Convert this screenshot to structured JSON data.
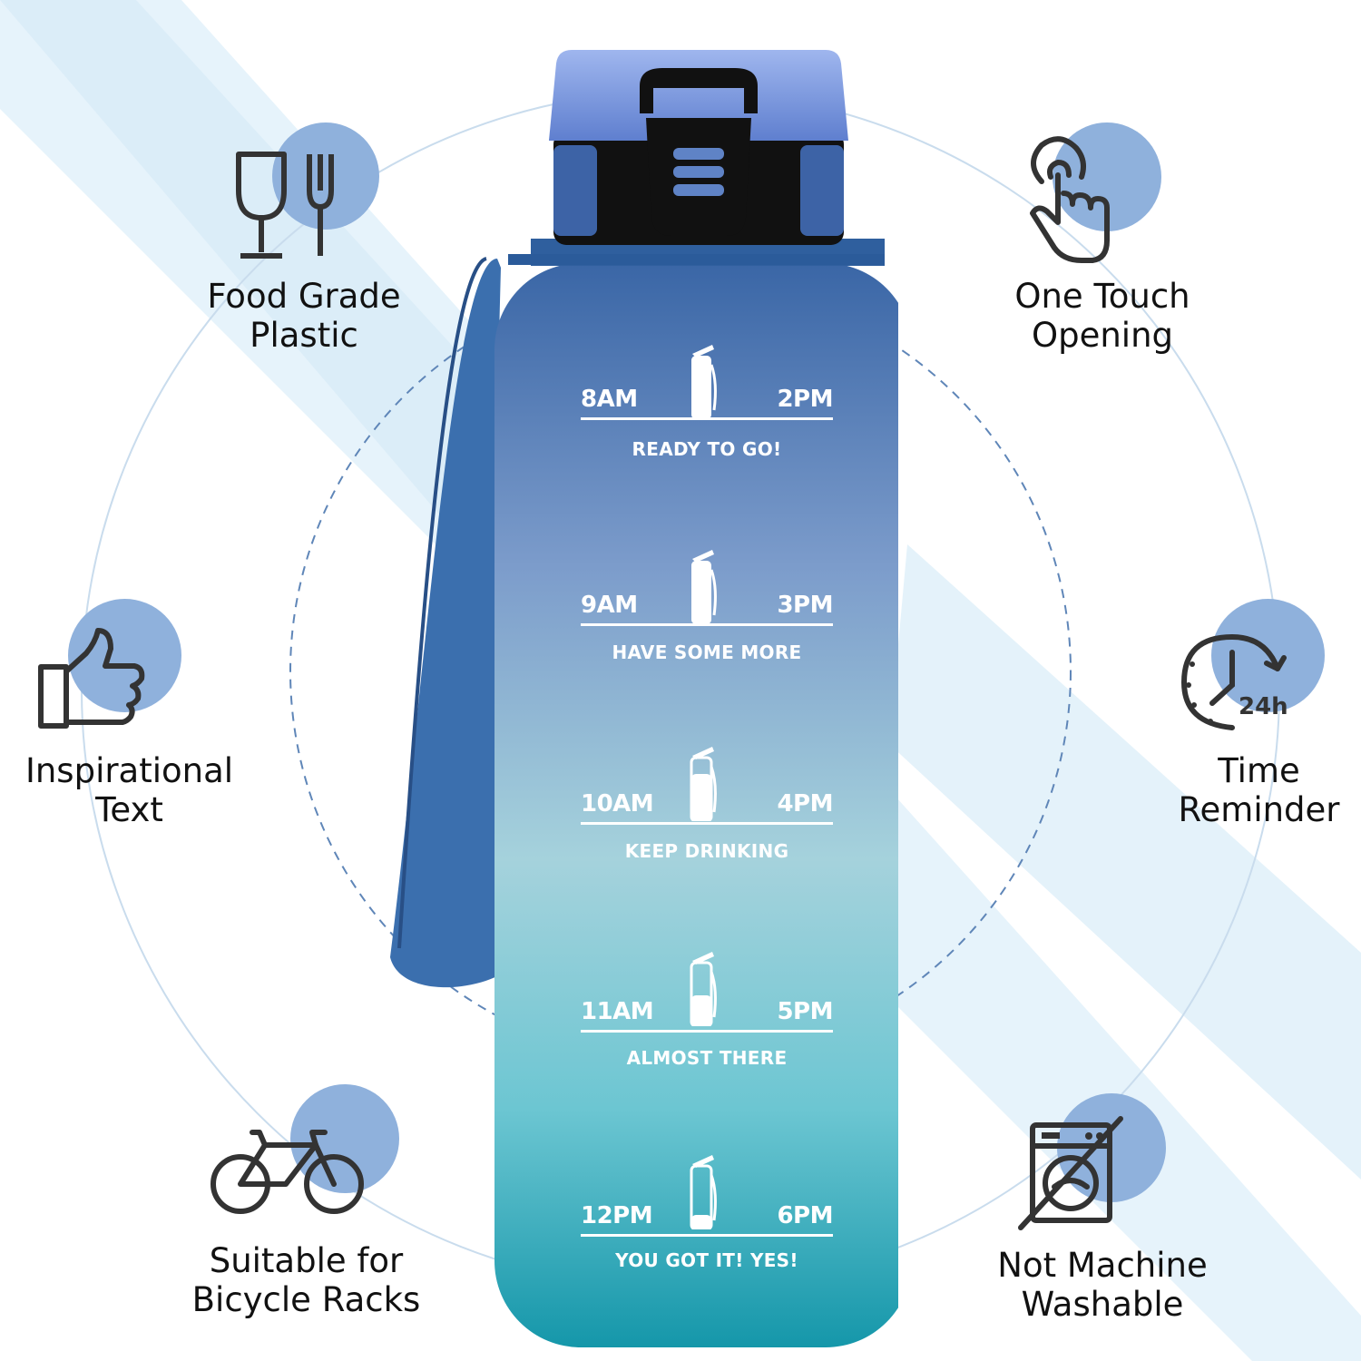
{
  "features": [
    {
      "label_line1": "Food Grade",
      "label_line2": "Plastic",
      "icon": "cutlery-glass-icon"
    },
    {
      "label_line1": "Inspirational",
      "label_line2": "Text",
      "icon": "thumbs-up-icon"
    },
    {
      "label_line1": "Suitable for",
      "label_line2": "Bicycle Racks",
      "icon": "bicycle-icon"
    },
    {
      "label_line1": "One Touch",
      "label_line2": "Opening",
      "icon": "touch-hand-icon"
    },
    {
      "label_line1": "Time",
      "label_line2": "Reminder",
      "icon": "clock-24h-icon",
      "icon_text": "24h"
    },
    {
      "label_line1": "Not Machine",
      "label_line2": "Washable",
      "icon": "no-washing-machine-icon"
    }
  ],
  "bottle": {
    "markers": [
      {
        "left": "8AM",
        "right": "2PM",
        "motto": "READY TO GO!"
      },
      {
        "left": "9AM",
        "right": "3PM",
        "motto": "HAVE SOME MORE"
      },
      {
        "left": "10AM",
        "right": "4PM",
        "motto": "KEEP DRINKING"
      },
      {
        "left": "11AM",
        "right": "5PM",
        "motto": "ALMOST THERE"
      },
      {
        "left": "12PM",
        "right": "6PM",
        "motto": "YOU GOT IT! YES!"
      }
    ],
    "colors": {
      "top": "#3d6aa8",
      "middle": "#9fd0da",
      "bottom": "#1a9cae",
      "lid": "#7f9ee0"
    }
  }
}
